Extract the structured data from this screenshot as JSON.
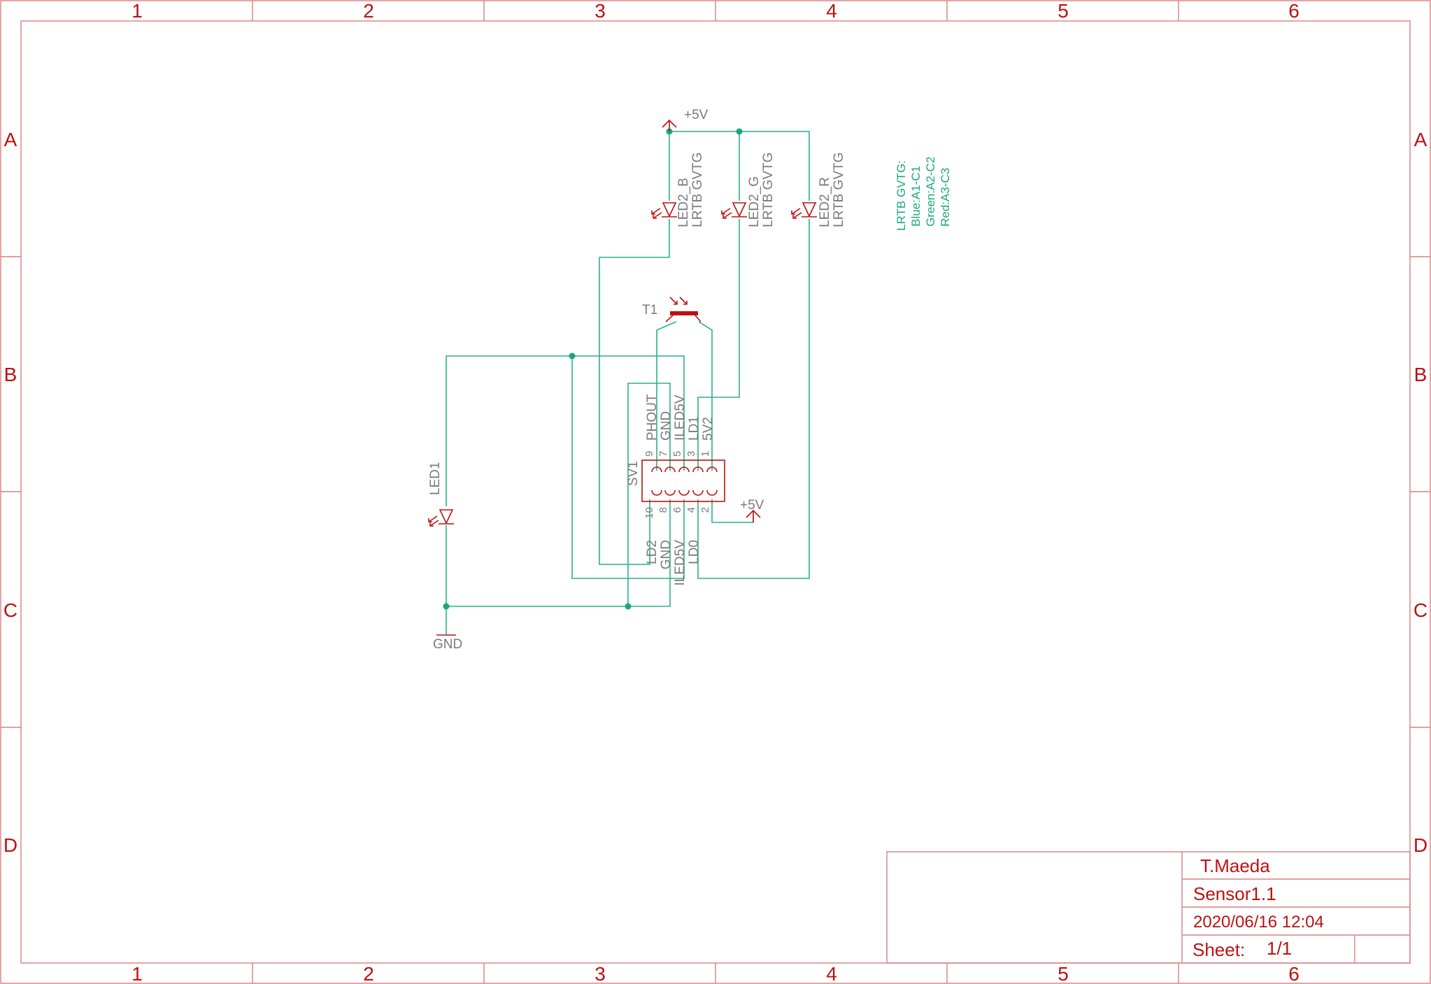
{
  "frame": {
    "columns": [
      "1",
      "2",
      "3",
      "4",
      "5",
      "6"
    ],
    "rows": [
      "A",
      "B",
      "C",
      "D"
    ]
  },
  "labels": {
    "pwr_top": "+5V",
    "pwr_mid": "+5V",
    "gnd": "GND",
    "t1": "T1",
    "sv1": "SV1",
    "led1": "LED1",
    "led2b_name": "LED2_B",
    "led2b_value": "LRTB GVTG",
    "led2g_name": "LED2_G",
    "led2g_value": "LRTB GVTG",
    "led2r_name": "LED2_R",
    "led2r_value": "LRTB GVTG"
  },
  "connector": {
    "top_pins": [
      {
        "num": "9",
        "name": "PHOUT"
      },
      {
        "num": "7",
        "name": "GND"
      },
      {
        "num": "5",
        "name": "ILED5V"
      },
      {
        "num": "3",
        "name": "LD1"
      },
      {
        "num": "1",
        "name": "5V2"
      }
    ],
    "bottom_pins": [
      {
        "num": "10",
        "name": "LD2"
      },
      {
        "num": "8",
        "name": "GND"
      },
      {
        "num": "6",
        "name": "ILED5V"
      },
      {
        "num": "4",
        "name": "LD0"
      },
      {
        "num": "2",
        "name": ""
      }
    ]
  },
  "note": {
    "line1": "LRTB GVTG:",
    "line2": "Blue:A1-C1",
    "line3": "Green:A2-C2",
    "line4": "Red:A3-C3"
  },
  "title_block": {
    "author": "T.Maeda",
    "name": "Sensor1.1",
    "date": "2020/06/16 12:04",
    "sheet_label": "Sheet:",
    "sheet_value": "1/1"
  }
}
